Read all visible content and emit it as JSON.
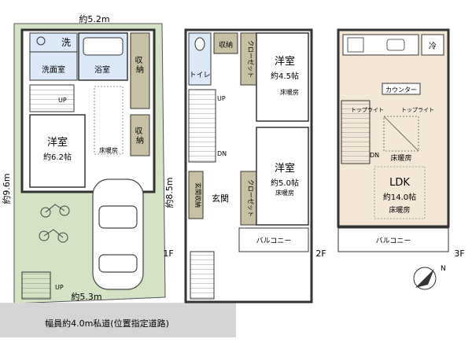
{
  "floor1": {
    "floor_label": "1F",
    "width_label": "約5.2m",
    "depth_label": "約9.6m",
    "bottom_width_label": "約5.3m",
    "wash_label": "洗",
    "washroom_label": "洗面室",
    "bath_label": "浴室",
    "storage_a_label": "収納",
    "storage_b_label": "収納",
    "bedroom_label": "洋室",
    "bedroom_size": "約6.2帖",
    "floor_heating_label": "床暖房",
    "stair_up_label": "UP",
    "stair_up2_label": "UP"
  },
  "floor2": {
    "floor_label": "2F",
    "depth_label": "約8.5m",
    "toilet_label": "トイレ",
    "storage_label": "収納",
    "closet_a_label": "クローゼット",
    "closet_b_label": "クローゼット",
    "room_a_label": "洋室",
    "room_a_size": "約4.5帖",
    "room_a_heating": "床暖房",
    "room_b_label": "洋室",
    "room_b_size": "約5.0帖",
    "room_b_heating": "床暖房",
    "entrance_storage_label": "玄関収納",
    "entrance_label": "玄関",
    "balcony_label": "バルコニー",
    "stair_up_label": "UP",
    "stair_dn_label": "DN"
  },
  "floor3": {
    "floor_label": "3F",
    "fridge_label": "冷",
    "counter_label": "カウンター",
    "skylight_a_label": "トップライト",
    "skylight_b_label": "トップライト",
    "heating_label": "床暖房",
    "ldk_label": "LDK",
    "ldk_size": "約14.0帖",
    "ldk_heating": "床暖房",
    "balcony_label": "バルコニー",
    "stair_dn_label": "DN"
  },
  "road_label": "幅員約4.0m私道(位置指定道路)",
  "compass_label": "N",
  "colors": {
    "site": "#d3e3c3",
    "room": "#ffffff",
    "ldk": "#f5e7d6",
    "storage": "#c7c0a3",
    "water": "#dbe9f8",
    "road": "#d5d5d5",
    "wall": "#333333"
  }
}
